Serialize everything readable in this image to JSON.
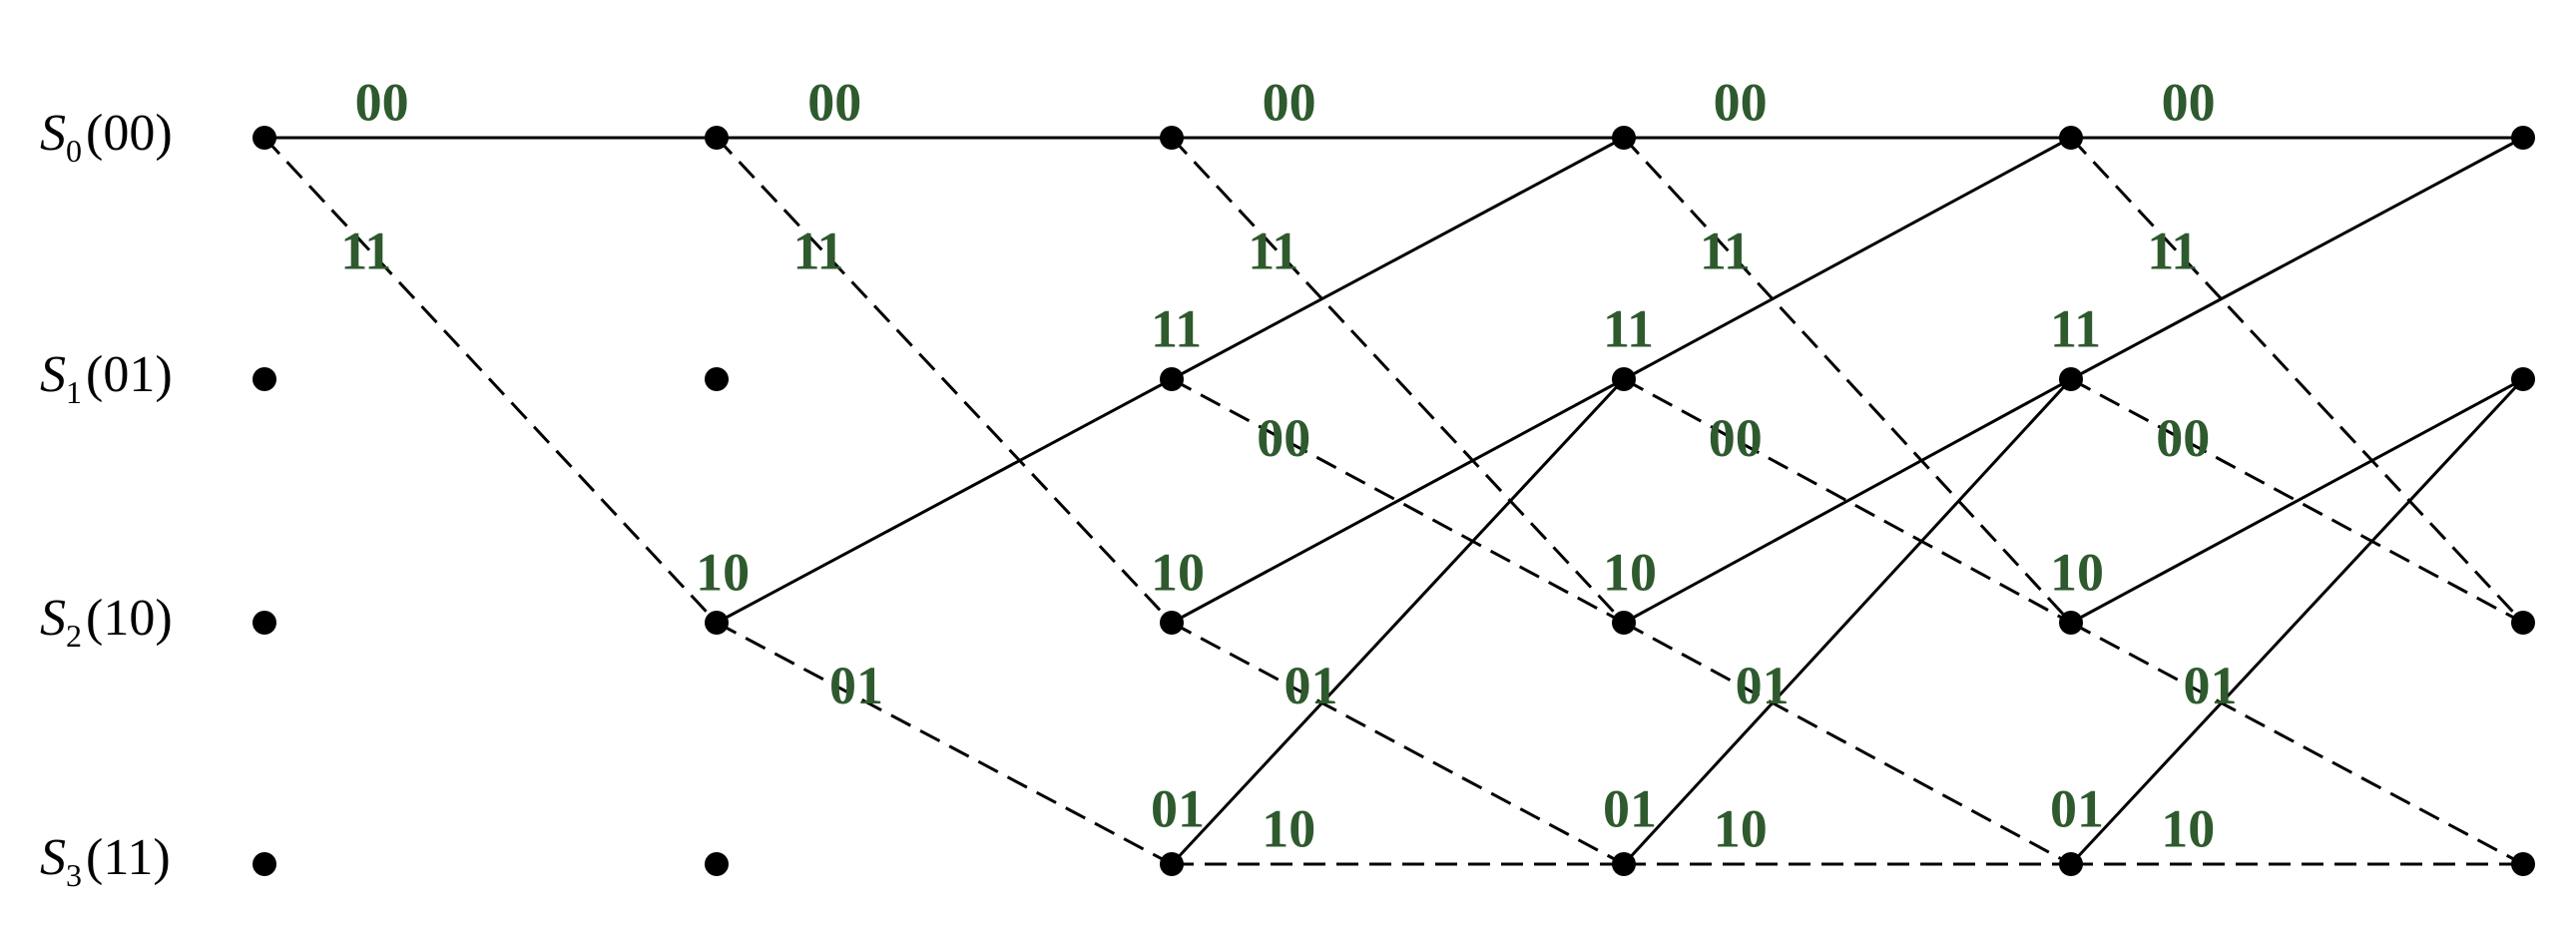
{
  "colors": {
    "label": "#2e5a2e",
    "line": "#000000",
    "node": "#000000"
  },
  "states": [
    {
      "letter": "S",
      "sub": "0",
      "code": "(00)"
    },
    {
      "letter": "S",
      "sub": "1",
      "code": "(01)"
    },
    {
      "letter": "S",
      "sub": "2",
      "code": "(10)"
    },
    {
      "letter": "S",
      "sub": "3",
      "code": "(11)"
    }
  ],
  "stages": 6,
  "edges": [
    {
      "stage": 0,
      "from": 0,
      "to": 0,
      "label": "00",
      "style": "solid"
    },
    {
      "stage": 0,
      "from": 0,
      "to": 2,
      "label": "11",
      "style": "dashed"
    },
    {
      "stage": 1,
      "from": 0,
      "to": 0,
      "label": "00",
      "style": "solid"
    },
    {
      "stage": 1,
      "from": 0,
      "to": 2,
      "label": "11",
      "style": "dashed"
    },
    {
      "stage": 1,
      "from": 2,
      "to": 1,
      "label": "10",
      "style": "solid"
    },
    {
      "stage": 1,
      "from": 2,
      "to": 3,
      "label": "01",
      "style": "dashed"
    },
    {
      "stage": 2,
      "from": 0,
      "to": 0,
      "label": "00",
      "style": "solid"
    },
    {
      "stage": 2,
      "from": 0,
      "to": 2,
      "label": "11",
      "style": "dashed"
    },
    {
      "stage": 2,
      "from": 1,
      "to": 0,
      "label": "11",
      "style": "solid"
    },
    {
      "stage": 2,
      "from": 1,
      "to": 2,
      "label": "00",
      "style": "dashed"
    },
    {
      "stage": 2,
      "from": 2,
      "to": 1,
      "label": "10",
      "style": "solid"
    },
    {
      "stage": 2,
      "from": 2,
      "to": 3,
      "label": "01",
      "style": "dashed"
    },
    {
      "stage": 2,
      "from": 3,
      "to": 1,
      "label": "01",
      "style": "solid"
    },
    {
      "stage": 2,
      "from": 3,
      "to": 3,
      "label": "10",
      "style": "dashed"
    },
    {
      "stage": 3,
      "from": 0,
      "to": 0,
      "label": "00",
      "style": "solid"
    },
    {
      "stage": 3,
      "from": 0,
      "to": 2,
      "label": "11",
      "style": "dashed"
    },
    {
      "stage": 3,
      "from": 1,
      "to": 0,
      "label": "11",
      "style": "solid"
    },
    {
      "stage": 3,
      "from": 1,
      "to": 2,
      "label": "00",
      "style": "dashed"
    },
    {
      "stage": 3,
      "from": 2,
      "to": 1,
      "label": "10",
      "style": "solid"
    },
    {
      "stage": 3,
      "from": 2,
      "to": 3,
      "label": "01",
      "style": "dashed"
    },
    {
      "stage": 3,
      "from": 3,
      "to": 1,
      "label": "01",
      "style": "solid"
    },
    {
      "stage": 3,
      "from": 3,
      "to": 3,
      "label": "10",
      "style": "dashed"
    },
    {
      "stage": 4,
      "from": 0,
      "to": 0,
      "label": "00",
      "style": "solid"
    },
    {
      "stage": 4,
      "from": 0,
      "to": 2,
      "label": "11",
      "style": "dashed"
    },
    {
      "stage": 4,
      "from": 1,
      "to": 0,
      "label": "11",
      "style": "solid"
    },
    {
      "stage": 4,
      "from": 1,
      "to": 2,
      "label": "00",
      "style": "dashed"
    },
    {
      "stage": 4,
      "from": 2,
      "to": 1,
      "label": "10",
      "style": "solid"
    },
    {
      "stage": 4,
      "from": 2,
      "to": 3,
      "label": "01",
      "style": "dashed"
    },
    {
      "stage": 4,
      "from": 3,
      "to": 1,
      "label": "01",
      "style": "solid"
    },
    {
      "stage": 4,
      "from": 3,
      "to": 3,
      "label": "10",
      "style": "dashed"
    }
  ]
}
